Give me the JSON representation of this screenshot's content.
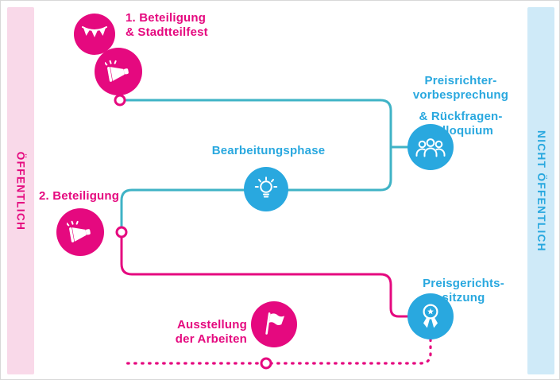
{
  "colors": {
    "pink": "#e5097f",
    "blue": "#29a8df",
    "teal": "#3fb3c6",
    "band_pink_bg": "#f9d9e9",
    "band_blue_bg": "#cfeaf8"
  },
  "bands": {
    "left": {
      "label": "ÖFFENTLICH"
    },
    "right": {
      "label": "NICHT ÖFFENTLICH"
    }
  },
  "steps": {
    "beteiligung1": {
      "lines": [
        "1. Beteiligung",
        "& Stadtteilfest"
      ],
      "icons": [
        "bunting-icon",
        "megaphone-icon"
      ]
    },
    "preisrichter": {
      "lines": [
        "Preisrichter-",
        "vorbesprechung",
        "& Rückfragen-",
        "kolloquium"
      ],
      "icon": "committee-icon"
    },
    "bearbeitung": {
      "label": "Bearbeitungsphase",
      "icon": "lightbulb-icon"
    },
    "beteiligung2": {
      "label": "2. Beteiligung",
      "icon": "megaphone-icon"
    },
    "preisgericht": {
      "lines": [
        "Preisgerichts-",
        "sitzung"
      ],
      "icon": "medal-icon"
    },
    "ausstellung": {
      "lines": [
        "Ausstellung",
        "der Arbeiten"
      ],
      "icon": "flag-icon"
    }
  }
}
